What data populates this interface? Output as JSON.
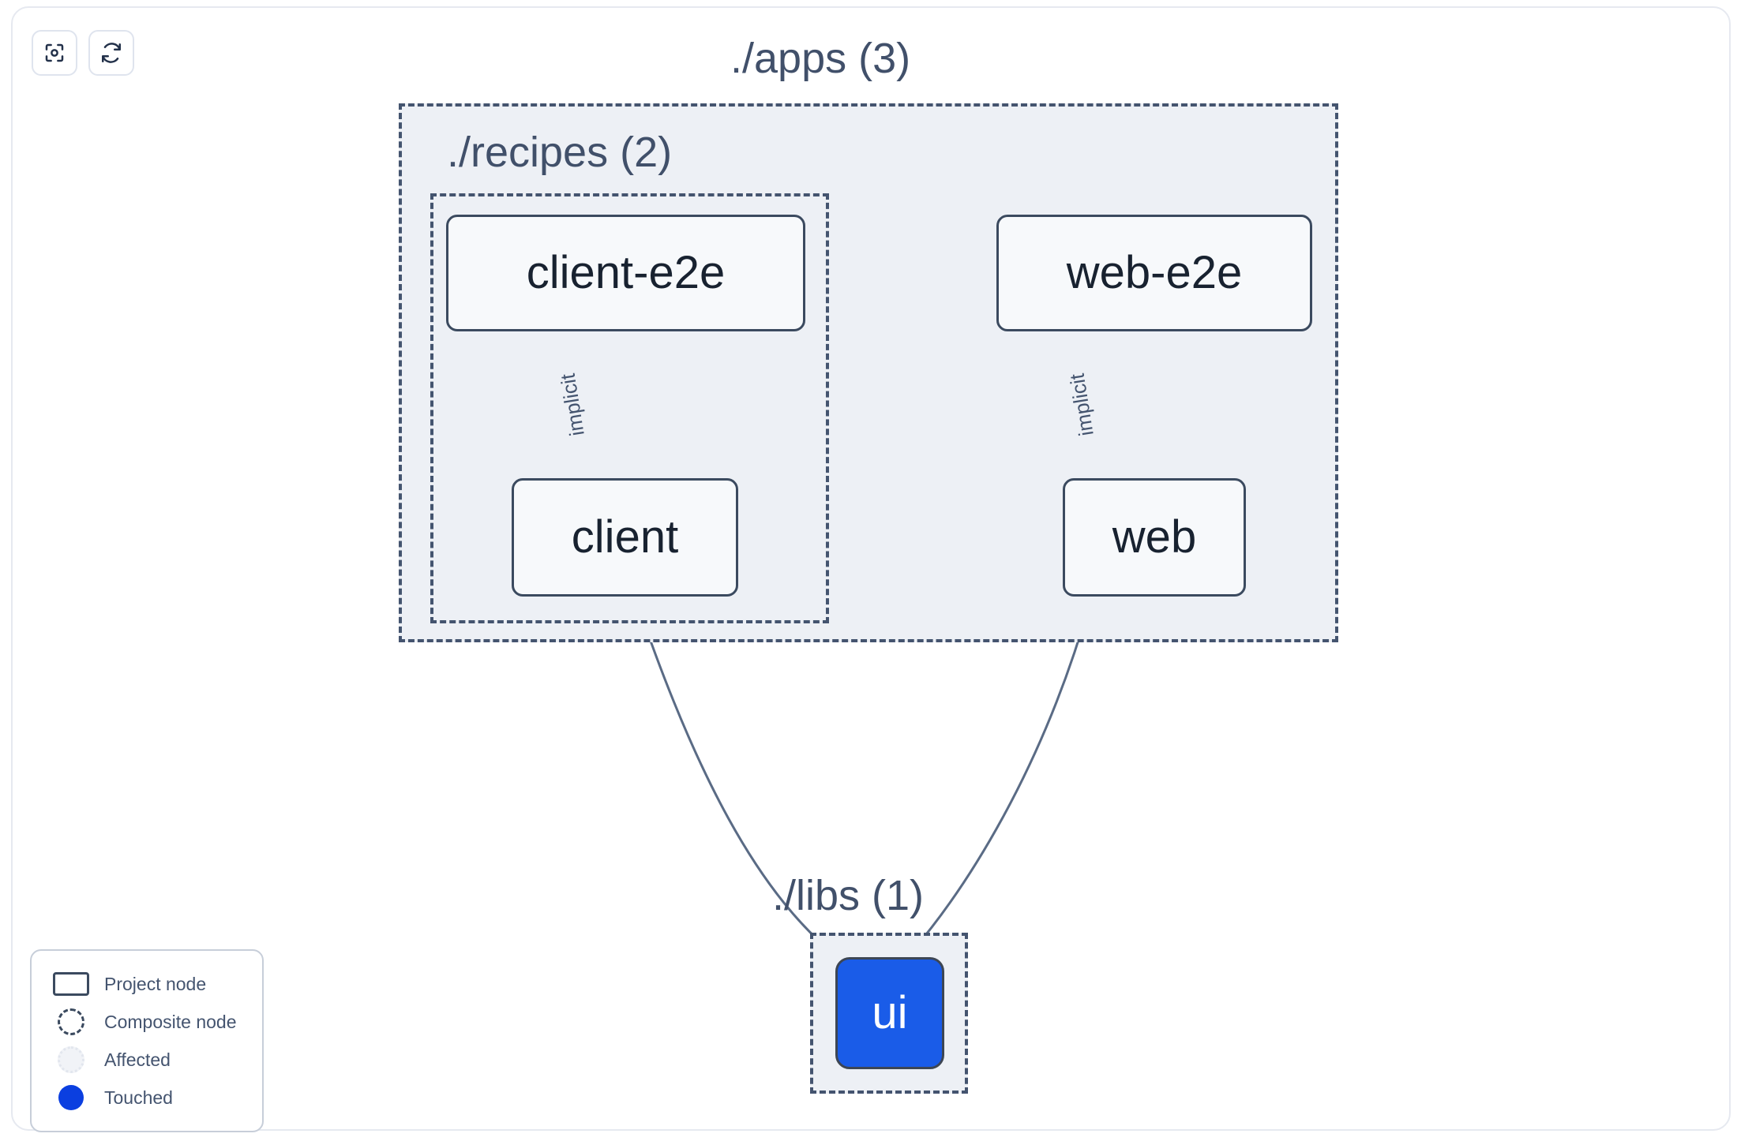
{
  "toolbar": {
    "buttons": [
      {
        "name": "focus-graph-button",
        "icon": "focus-target-icon",
        "label": ""
      },
      {
        "name": "refresh-graph-button",
        "icon": "refresh-icon",
        "label": ""
      }
    ]
  },
  "graph": {
    "groups": [
      {
        "id": "apps",
        "label": "./apps (3)",
        "count": 3
      },
      {
        "id": "recipes",
        "label": "./recipes (2)",
        "count": 2
      },
      {
        "id": "libs",
        "label": "./libs (1)",
        "count": 1
      }
    ],
    "nodes": [
      {
        "id": "client-e2e",
        "label": "client-e2e",
        "state": "project",
        "group": "recipes"
      },
      {
        "id": "web-e2e",
        "label": "web-e2e",
        "state": "project",
        "group": "apps"
      },
      {
        "id": "client",
        "label": "client",
        "state": "project",
        "group": "recipes"
      },
      {
        "id": "web",
        "label": "web",
        "state": "project",
        "group": "apps"
      },
      {
        "id": "ui",
        "label": "ui",
        "state": "touched",
        "group": "libs"
      }
    ],
    "edges": [
      {
        "from": "client-e2e",
        "to": "client",
        "label": "implicit"
      },
      {
        "from": "web-e2e",
        "to": "web",
        "label": "implicit"
      },
      {
        "from": "client",
        "to": "ui",
        "label": ""
      },
      {
        "from": "web",
        "to": "ui",
        "label": ""
      }
    ]
  },
  "legend": {
    "items": [
      {
        "swatch": "project-node-swatch",
        "label": "Project node"
      },
      {
        "swatch": "composite-node-swatch",
        "label": "Composite node"
      },
      {
        "swatch": "affected-swatch",
        "label": "Affected"
      },
      {
        "swatch": "touched-swatch",
        "label": "Touched"
      }
    ]
  },
  "colors": {
    "touched": "#0b3fe0",
    "node_fill": "#f7f9fb",
    "node_border": "#3b4a5f",
    "group_fill": "#edf0f5",
    "group_border": "#44546f",
    "text": "#41506a",
    "edge": "#5a6b85"
  }
}
